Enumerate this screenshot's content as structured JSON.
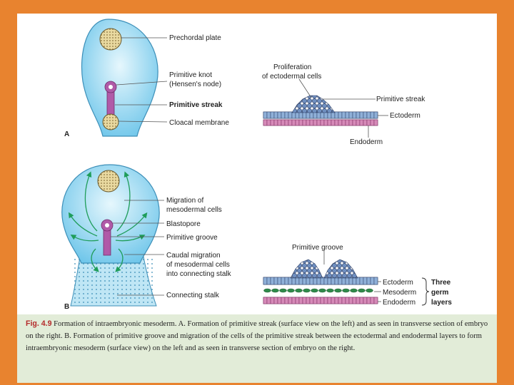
{
  "panel_a": {
    "letter": "A",
    "labels": {
      "prechordal_plate": "Prechordal plate",
      "primitive_knot_1": "Primitive knot",
      "primitive_knot_2": "(Hensen's node)",
      "primitive_streak": "Primitive streak",
      "cloacal_membrane": "Cloacal membrane"
    },
    "section_labels": {
      "proliferation_1": "Proliferation",
      "proliferation_2": "of ectodermal cells",
      "primitive_streak": "Primitive streak",
      "ectoderm": "Ectoderm",
      "endoderm": "Endoderm"
    }
  },
  "panel_b": {
    "letter": "B",
    "labels": {
      "migration_1": "Migration of",
      "migration_2": "mesodermal cells",
      "blastopore": "Blastopore",
      "primitive_groove": "Primitive groove",
      "caudal_1": "Caudal migration",
      "caudal_2": "of mesodermal cells",
      "caudal_3": "into connecting stalk",
      "connecting_stalk": "Connecting stalk"
    },
    "section_labels": {
      "primitive_groove": "Primitive groove",
      "ectoderm": "Ectoderm",
      "mesoderm": "Mesoderm",
      "endoderm": "Endoderm",
      "three": "Three",
      "germ": "germ",
      "layers": "layers"
    }
  },
  "caption": {
    "fig_label": "Fig. 4.9",
    "text": " Formation of intraembryonic mesoderm. A. Formation of primitive streak (surface view on the left) and as seen in transverse section of embryo on the right. B. Formation of primitive groove and migration of the cells of the primitive streak between the ectodermal and endodermal layers to form intraembryonic mesoderm (surface view) on the left and as seen in transverse section of embryo on the right."
  },
  "colors": {
    "background": "#e8832f",
    "embryo_fill": "#a8dff2",
    "streak": "#b05aa8",
    "ectoderm_cells": "#8fb0d8",
    "mesoderm_cells": "#2f8a4a",
    "endoderm_cells": "#d68ab8",
    "caption_bg": "#e2ecd8"
  }
}
